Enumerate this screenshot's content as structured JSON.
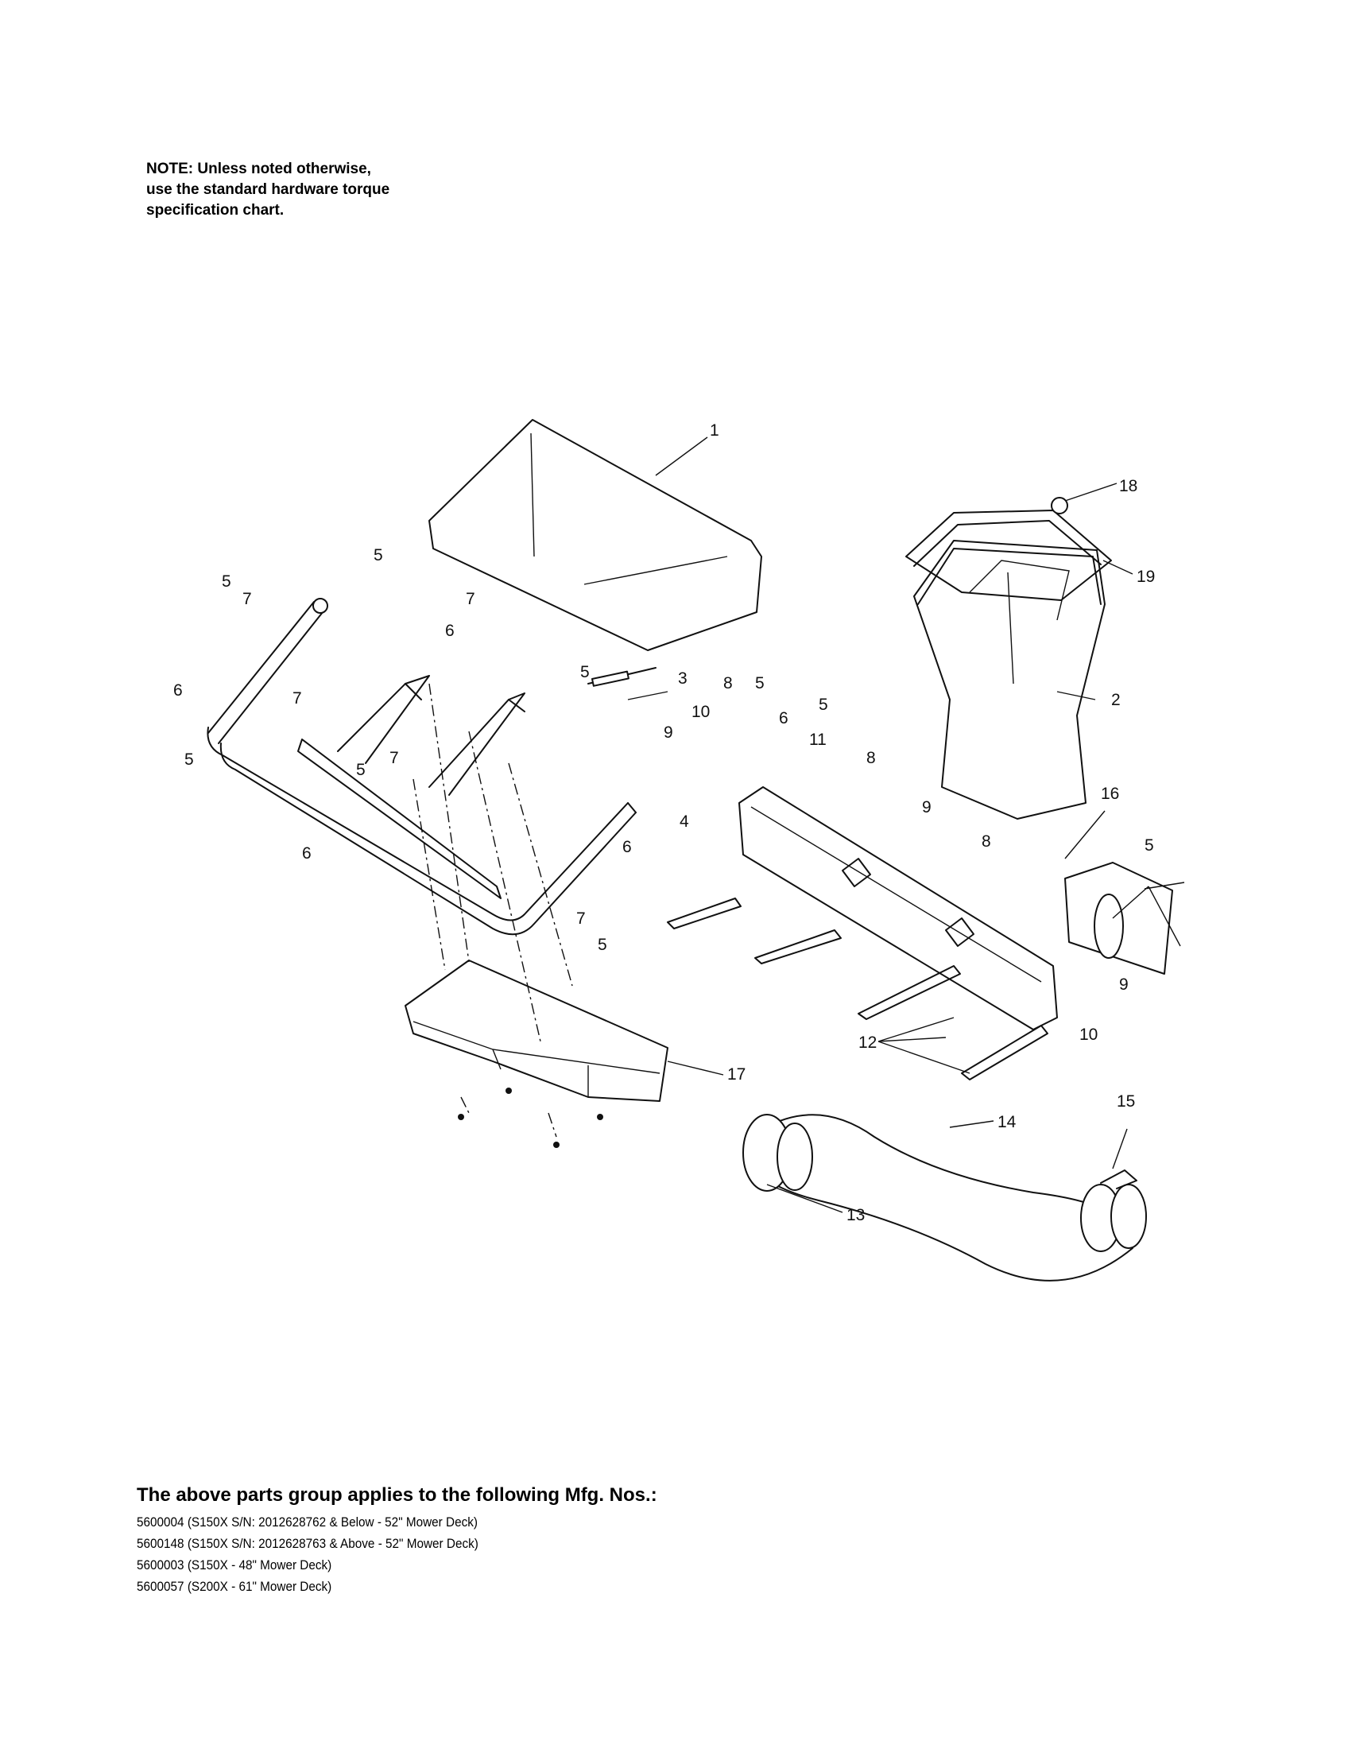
{
  "note": {
    "lines": [
      "NOTE: Unless noted otherwise,",
      "use the standard hardware torque",
      "specification chart."
    ]
  },
  "callouts": [
    "1",
    "2",
    "3",
    "4",
    "5",
    "6",
    "7",
    "8",
    "9",
    "10",
    "11",
    "12",
    "13",
    "14",
    "15",
    "16",
    "17",
    "18",
    "19"
  ],
  "applies": {
    "title": "The above parts group applies to the following Mfg. Nos.:",
    "items": [
      "5600004 (S150X S/N: 2012628762 & Below - 52\" Mower Deck)",
      "5600148 (S150X S/N: 2012628763 & Above - 52\" Mower Deck)",
      "5600003 (S150X  - 48\" Mower Deck)",
      "5600057 (S200X - 61\" Mower Deck)"
    ]
  }
}
